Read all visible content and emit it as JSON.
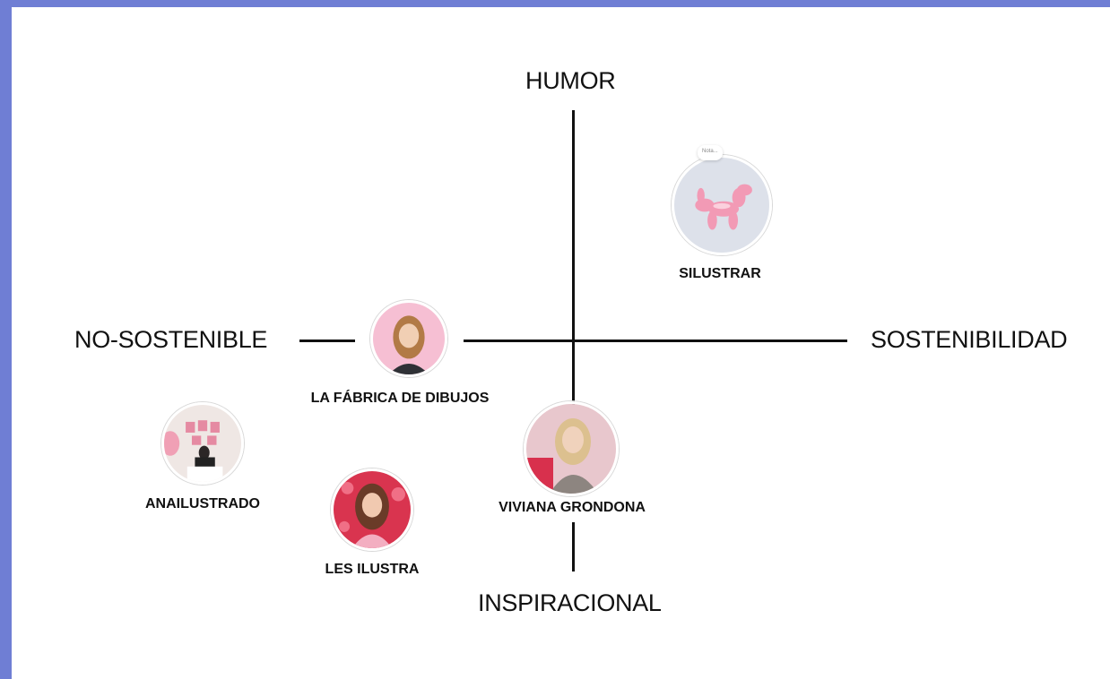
{
  "axes": {
    "top": "HUMOR",
    "bottom": "INSPIRACIONAL",
    "left": "NO-SOSTENIBLE",
    "right": "SOSTENIBILIDAD"
  },
  "entities": [
    {
      "id": "silustrar",
      "label": "SILUSTRAR",
      "note": "Nota..."
    },
    {
      "id": "la-fabrica",
      "label": "LA FÁBRICA DE DIBUJOS"
    },
    {
      "id": "viviana",
      "label": "VIVIANA GRONDONA"
    },
    {
      "id": "anailustrado",
      "label": "ANAILUSTRADO"
    },
    {
      "id": "les-ilustra",
      "label": "LES ILUSTRA"
    }
  ],
  "colors": {
    "frame": "#6f7ed4",
    "background": "#ffffff",
    "axis": "#111111",
    "accent_pink": "#f4a7c0"
  }
}
